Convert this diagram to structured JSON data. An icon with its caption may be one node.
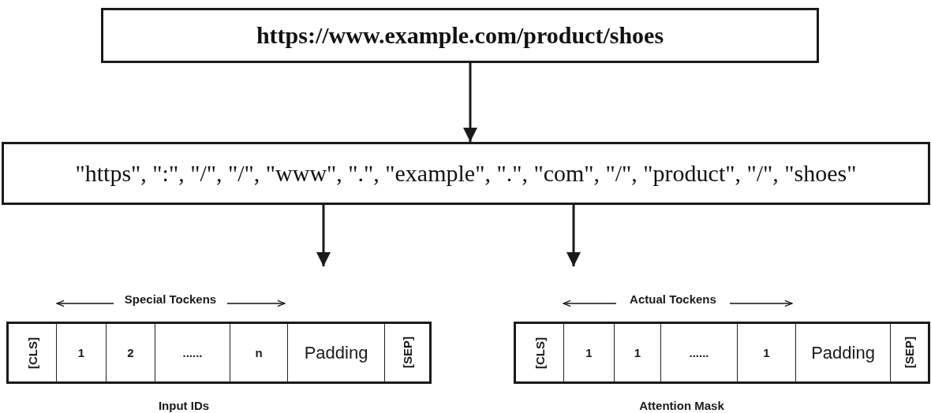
{
  "diagram": {
    "nodes": [
      {
        "text": [
          "https://www.example.com/product/shoes"
        ]
      },
      {
        "text": [
          "\"https\", \":\", \"/\", \"/\", \"www\", \".\", \"example\", \".\", \"com\", \"/\", \"product\", \"/\", \"shoes\""
        ]
      },
      {
        "text": [],
        "shape": "bar",
        "beside": [
          "Special Tockens",
          "Input IDs"
        ]
      },
      {
        "text": [
          "[CLS]"
        ],
        "in": 2
      },
      {
        "text": [
          "1"
        ],
        "in": 2
      },
      {
        "text": [
          "2"
        ],
        "in": 2
      },
      {
        "text": [
          "......"
        ],
        "in": 2
      },
      {
        "text": [
          "n"
        ],
        "in": 2
      },
      {
        "text": [
          "Padding"
        ],
        "in": 2
      },
      {
        "text": [
          "[SEP]"
        ],
        "in": 2
      },
      {
        "text": [],
        "shape": "bar",
        "beside": [
          "Actual Tockens",
          "Attention Mask"
        ]
      },
      {
        "text": [
          "[CLS]"
        ],
        "in": 10
      },
      {
        "text": [
          "1"
        ],
        "in": 10
      },
      {
        "text": [
          "1"
        ],
        "in": 10
      },
      {
        "text": [
          "......"
        ],
        "in": 10
      },
      {
        "text": [
          "1"
        ],
        "in": 10
      },
      {
        "text": [
          "Padding"
        ],
        "in": 10
      },
      {
        "text": [
          "[SEP]"
        ],
        "in": 10
      }
    ],
    "edges": [
      {
        "from": 0,
        "to": 1,
        "arrow": "to"
      },
      {
        "from": 1,
        "to": null,
        "arrow": "to"
      },
      {
        "from": 1,
        "to": null,
        "arrow": "to"
      }
    ]
  }
}
